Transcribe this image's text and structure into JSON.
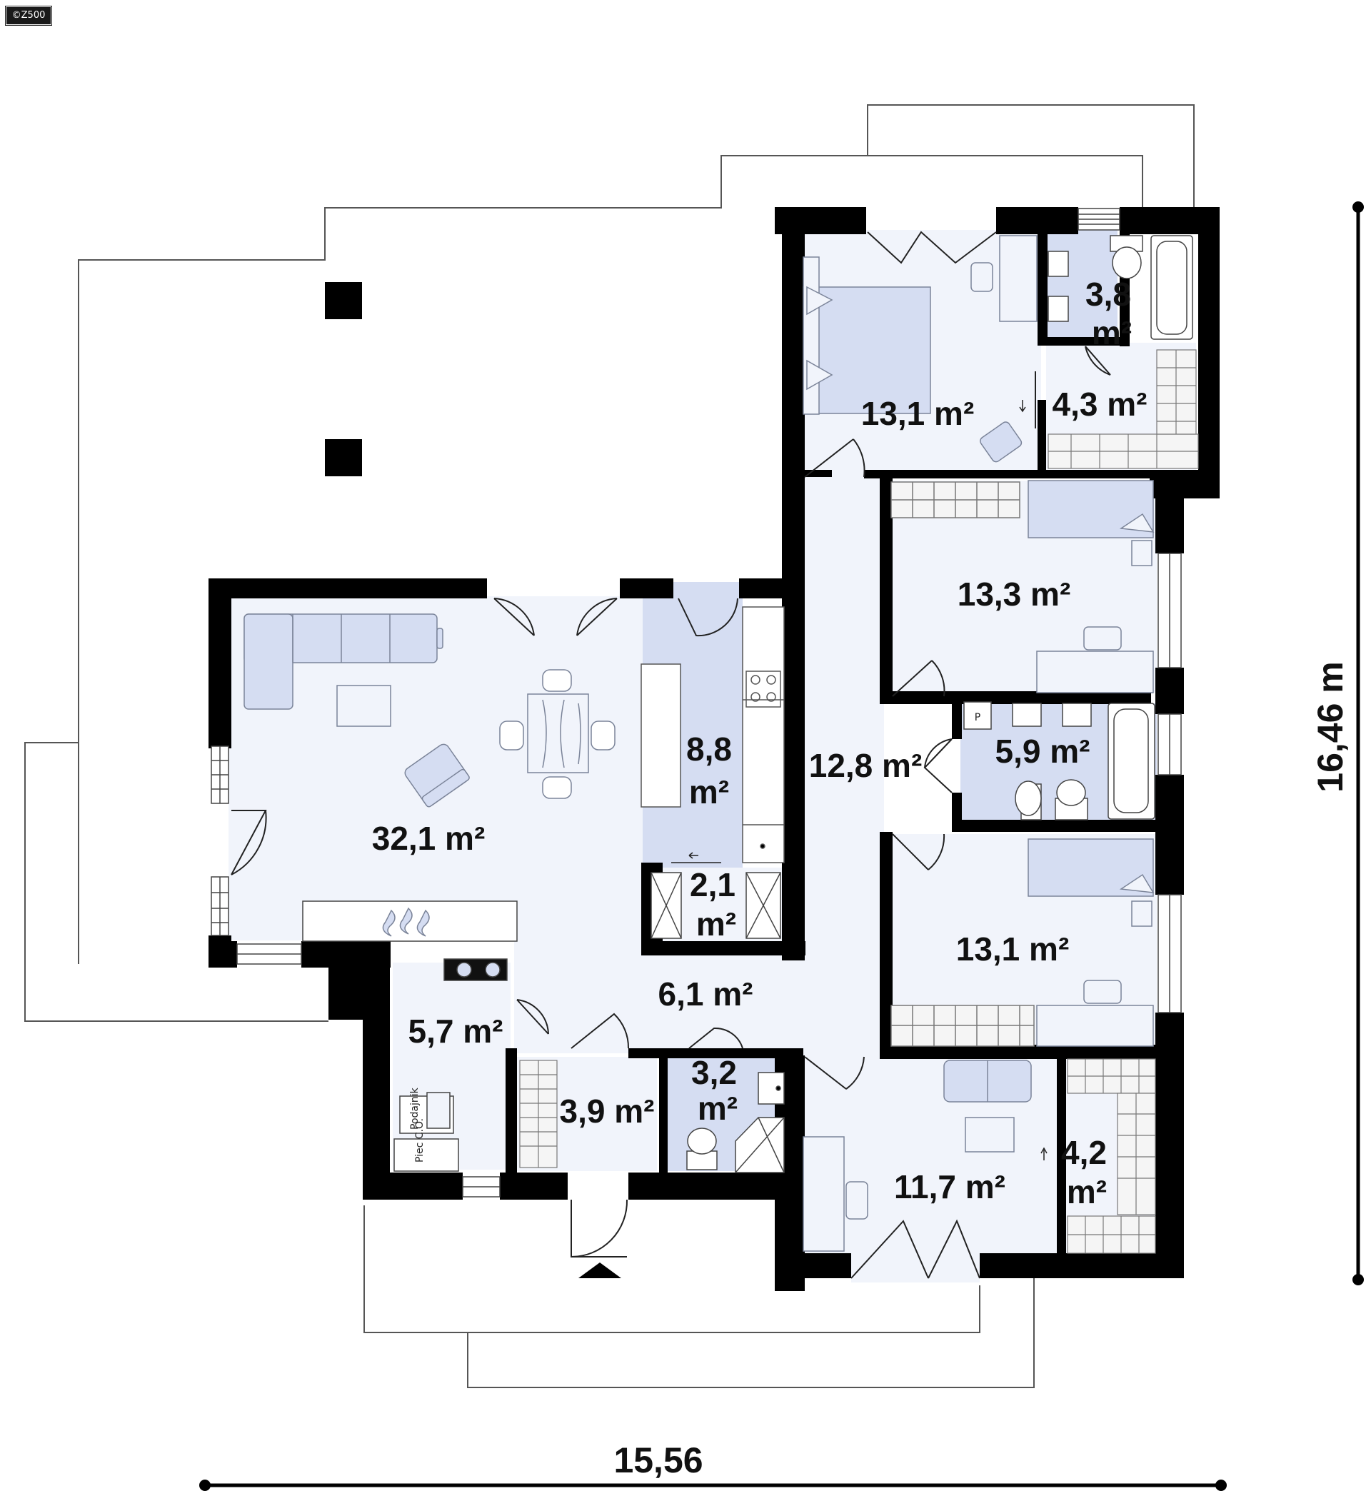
{
  "watermark": "©Z500",
  "colors": {
    "wall": "#000000",
    "floor": "#f1f4fb",
    "floor_accent": "#d5ddf2",
    "furniture_fill": "#d5ddf2",
    "furniture_line": "#7b8499",
    "outline": "#555555"
  },
  "dimensions": {
    "width": "15,56",
    "depth": "16,46 m"
  },
  "rooms": [
    {
      "id": "living",
      "area": "32,1 m²"
    },
    {
      "id": "kitchen",
      "area_line1": "8,8",
      "area_line2": "m²"
    },
    {
      "id": "pantry",
      "area_line1": "2,1",
      "area_line2": "m²"
    },
    {
      "id": "hall",
      "area": "6,1 m²"
    },
    {
      "id": "corridor",
      "area": "12,8 m²"
    },
    {
      "id": "boiler",
      "area": "5,7 m²"
    },
    {
      "id": "vestibule",
      "area": "3,9 m²"
    },
    {
      "id": "wc",
      "area_line1": "3,2",
      "area_line2": "m²"
    },
    {
      "id": "master-bedroom",
      "area": "13,1 m²"
    },
    {
      "id": "master-bath",
      "area_line1": "3,8",
      "area_line2": "m²"
    },
    {
      "id": "master-wardrobe",
      "area": "4,3 m²"
    },
    {
      "id": "bedroom-2",
      "area": "13,3 m²"
    },
    {
      "id": "bathroom",
      "area": "5,9 m²"
    },
    {
      "id": "bedroom-3",
      "area": "13,1 m²"
    },
    {
      "id": "bedroom-4",
      "area": "11,7 m²"
    },
    {
      "id": "wardrobe-4",
      "area_line1": "4,2",
      "area_line2": "m²"
    }
  ],
  "equipment_labels": {
    "feeder": "Podajnik",
    "boiler": "Piec C.O.",
    "p_mark": "P"
  },
  "icons": [
    "entrance-arrow-icon",
    "fireplace-icon",
    "stove-icon",
    "sofa-icon",
    "bed-icon",
    "bathtub-icon",
    "toilet-icon",
    "sink-icon",
    "wardrobe-icon",
    "door-swing-icon",
    "window-icon"
  ]
}
